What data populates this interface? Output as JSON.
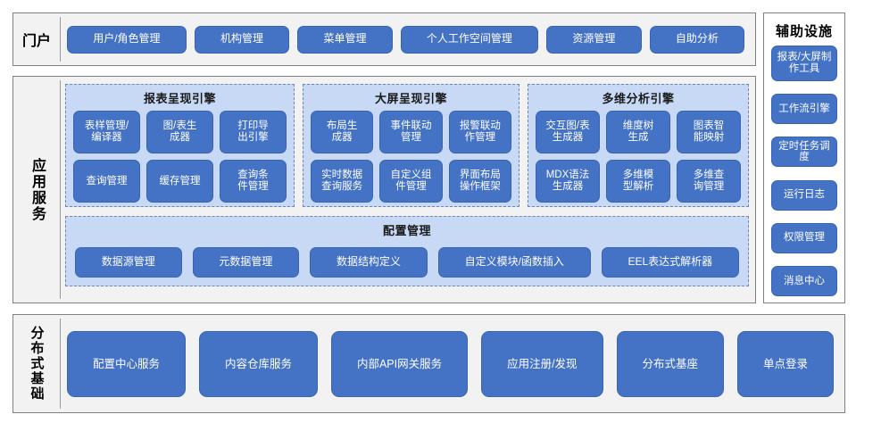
{
  "diagram": {
    "rows": {
      "portal": {
        "label": "门户",
        "items": [
          {
            "label": "用户/角色管理"
          },
          {
            "label": "机构管理"
          },
          {
            "label": "菜单管理"
          },
          {
            "label": "个人工作空间管理"
          },
          {
            "label": "资源管理"
          },
          {
            "label": "自助分析"
          }
        ]
      },
      "application": {
        "label": "应用服务",
        "groups": [
          {
            "title": "报表呈现引擎",
            "items": [
              {
                "label": "表样管理/\n编译器"
              },
              {
                "label": "图/表生\n成器"
              },
              {
                "label": "打印导\n出引擎"
              },
              {
                "label": "查询管理"
              },
              {
                "label": "缓存管理"
              },
              {
                "label": "查询条\n件管理"
              }
            ]
          },
          {
            "title": "大屏呈现引擎",
            "items": [
              {
                "label": "布局生\n成器"
              },
              {
                "label": "事件联动\n管理"
              },
              {
                "label": "报警联动\n作管理"
              },
              {
                "label": "实时数据\n查询服务"
              },
              {
                "label": "自定义组\n件管理"
              },
              {
                "label": "界面布局\n操作框架"
              }
            ]
          },
          {
            "title": "多维分析引擎",
            "items": [
              {
                "label": "交互图/表\n生成器"
              },
              {
                "label": "维度树\n生成"
              },
              {
                "label": "图表智\n能映射"
              },
              {
                "label": "MDX语法\n生成器"
              },
              {
                "label": "多维模\n型解析"
              },
              {
                "label": "多维查\n询管理"
              }
            ]
          }
        ],
        "config": {
          "title": "配置管理",
          "items": [
            {
              "label": "数据源管理"
            },
            {
              "label": "元数据管理"
            },
            {
              "label": "数据结构定义"
            },
            {
              "label": "自定义模块/函数插入"
            },
            {
              "label": "EEL表达式解析器"
            }
          ]
        }
      },
      "base": {
        "label": "分布式基础",
        "items": [
          {
            "label": "配置中心服务"
          },
          {
            "label": "内容仓库服务"
          },
          {
            "label": "内部API网关服务"
          },
          {
            "label": "应用注册/发现"
          },
          {
            "label": "分布式基座"
          },
          {
            "label": "单点登录"
          }
        ]
      }
    },
    "aux": {
      "title": "辅助设施",
      "items": [
        {
          "label": "报表/大屏制\n作工具"
        },
        {
          "label": "工作流引擎"
        },
        {
          "label": "定时任务调度"
        },
        {
          "label": "运行日志"
        },
        {
          "label": "权限管理"
        },
        {
          "label": "消息中心"
        }
      ]
    },
    "colors": {
      "node_fill": "#4472C4",
      "node_text": "#FFFFFF",
      "group_fill": "#C7D9F5",
      "frame_fill": "#F2F2F2",
      "frame_border": "#808080"
    }
  }
}
